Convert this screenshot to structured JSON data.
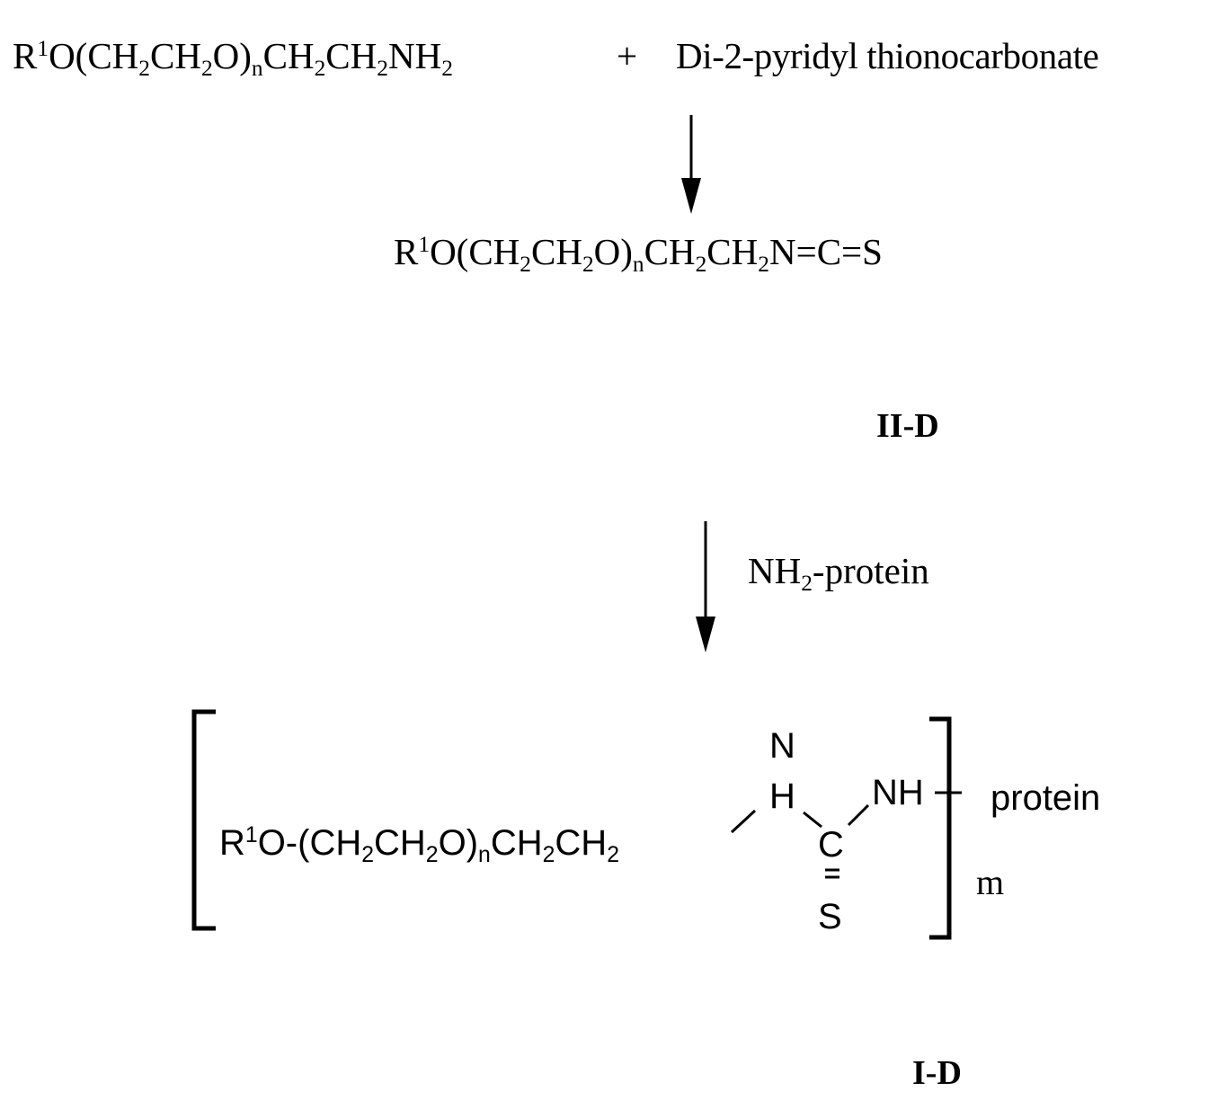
{
  "reactant": {
    "R": "R",
    "sup1": "1",
    "t1": "O(CH",
    "s1": "2",
    "t2": "CH",
    "s2": "2",
    "t3": "O)",
    "s3": "n",
    "t4": "CH",
    "s4": "2",
    "t5": "CH",
    "s5": "2",
    "t6": "NH",
    "s6": "2"
  },
  "plus": "+",
  "reagent": "Di-2-pyridyl thionocarbonate",
  "intermediate": {
    "R": "R",
    "sup1": "1",
    "t1": "O(CH",
    "s1": "2",
    "t2": "CH",
    "s2": "2",
    "t3": "O)",
    "s3": "n",
    "t4": "CH",
    "s4": "2",
    "t5": "CH",
    "s5": "2",
    "t6": "N=C=S"
  },
  "label_II": "II-D",
  "step2_reagent": {
    "t1": "NH",
    "s1": "2",
    "t2": "-protein"
  },
  "product": {
    "R": "R",
    "sup1": "1",
    "t1": "O-(CH",
    "s1": "2",
    "t2": "CH",
    "s2": "2",
    "t3": "O)",
    "s3": "n",
    "t4": "CH",
    "s4": "2",
    "t5": "CH",
    "s5": "2",
    "N": "N",
    "H": "H",
    "C": "C",
    "S": "S",
    "NH": "NH",
    "protein": "protein",
    "m": "m"
  },
  "label_I": "I-D"
}
